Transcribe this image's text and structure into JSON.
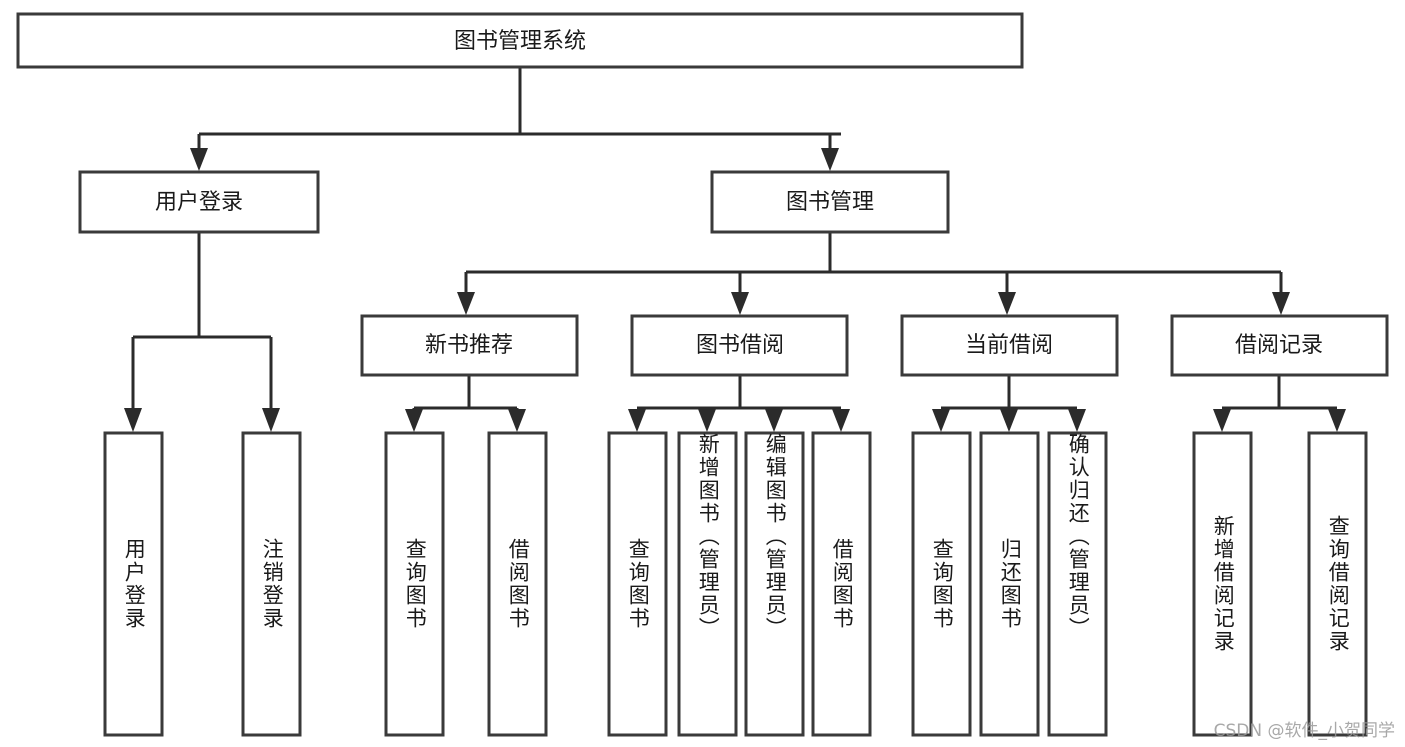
{
  "diagram": {
    "title": "图书管理系统",
    "type": "tree",
    "orientation": "top-down",
    "colors": {
      "box_stroke": "#3a3a3a",
      "box_fill": "#ffffff",
      "connector": "#2b2b2b",
      "text": "#1a1a1a",
      "background": "#ffffff",
      "watermark": "#9a9a9a"
    },
    "root": {
      "label": "图书管理系统"
    },
    "level2": [
      {
        "label": "用户登录"
      },
      {
        "label": "图书管理"
      }
    ],
    "level3": [
      {
        "label": "新书推荐"
      },
      {
        "label": "图书借阅"
      },
      {
        "label": "当前借阅"
      },
      {
        "label": "借阅记录"
      }
    ],
    "leaves": {
      "user_login": [
        {
          "label": "用户登录"
        },
        {
          "label": "注销登录"
        }
      ],
      "new_book_recommend": [
        {
          "label": "查询图书"
        },
        {
          "label": "借阅图书"
        }
      ],
      "book_borrow": [
        {
          "label": "查询图书"
        },
        {
          "label": "新增图书（管理员）"
        },
        {
          "label": "编辑图书（管理员）"
        },
        {
          "label": "借阅图书"
        }
      ],
      "current_borrow": [
        {
          "label": "查询图书"
        },
        {
          "label": "归还图书"
        },
        {
          "label": "确认归还（管理员）"
        }
      ],
      "borrow_record": [
        {
          "label": "新增借阅记录"
        },
        {
          "label": "查询借阅记录"
        }
      ]
    }
  },
  "watermark": {
    "text": "CSDN @软件_小贺同学"
  }
}
